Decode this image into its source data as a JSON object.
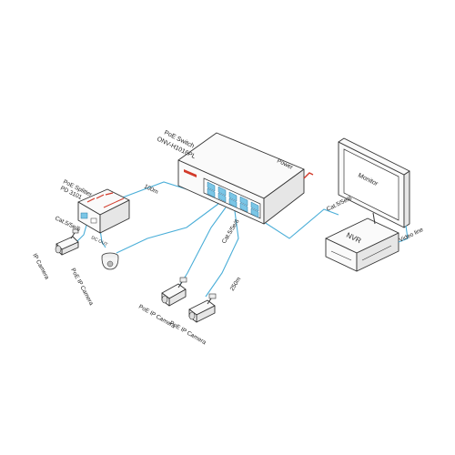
{
  "colors": {
    "cable": "#4aaed8",
    "outline": "#333333",
    "accent": "#d23a2a"
  },
  "labels": {
    "poe_switch_line1": "PoE Switch",
    "poe_switch_line2": "ONV-H1016PL",
    "power": "Power",
    "splitter_line1": "PoE Splitter",
    "splitter_line2": "PD 3101",
    "cable_100m": "100m",
    "cat_left": "Cat.5/5e/6",
    "dc_out": "DC OUT",
    "ip_camera": "IP Camera",
    "poe_ip_camera_left": "PoE IP Camera",
    "cat_mid": "Cat.5/5e/6",
    "cable_250m": "250m",
    "poe_ip_camera_a": "PoE IP Camera",
    "poe_ip_camera_b": "PoE IP Camera",
    "cat_right": "Cat.5/5e/6",
    "nvr": "NVR",
    "video_line": "Video line",
    "monitor": "Monitor"
  },
  "icons": [
    "ethernet-switch-icon",
    "poe-splitter-icon",
    "bullet-camera-icon",
    "dome-camera-icon",
    "nvr-icon",
    "monitor-icon"
  ]
}
